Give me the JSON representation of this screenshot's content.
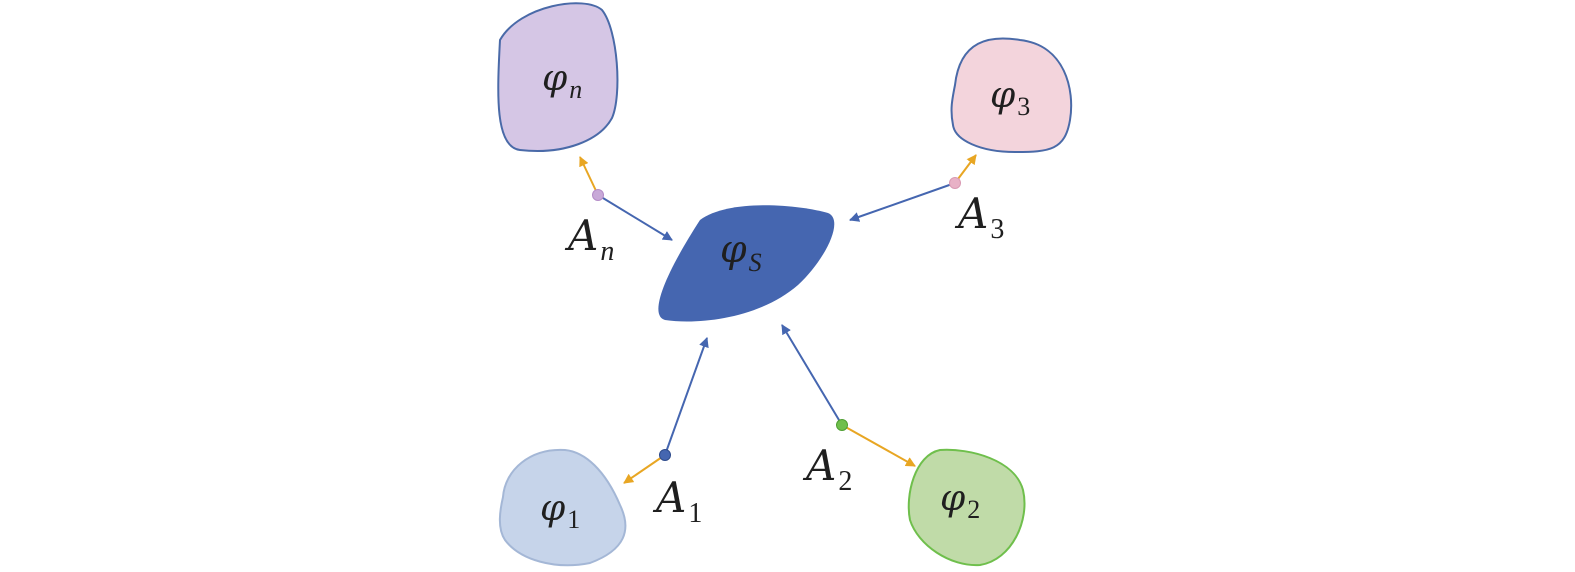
{
  "colors": {
    "central": "#4566b0",
    "arrow_blue": "#4566b0",
    "arrow_orange": "#e8a623",
    "node_n": "#d5c6e5",
    "node_3": "#f3d4dc",
    "node_1": "#c6d4ea",
    "node_2": "#c0dba8"
  },
  "central": {
    "symbol": "φ",
    "sub": "S"
  },
  "nodes": [
    {
      "id": "n",
      "symbol": "φ",
      "sub": "n",
      "sub_italic": true
    },
    {
      "id": "3",
      "symbol": "φ",
      "sub": "3",
      "sub_italic": false
    },
    {
      "id": "1",
      "symbol": "φ",
      "sub": "1",
      "sub_italic": false
    },
    {
      "id": "2",
      "symbol": "φ",
      "sub": "2",
      "sub_italic": false
    }
  ],
  "connectors": [
    {
      "id": "n",
      "letter": "A",
      "sub": "n",
      "sub_italic": true
    },
    {
      "id": "3",
      "letter": "A",
      "sub": "3",
      "sub_italic": false
    },
    {
      "id": "1",
      "letter": "A",
      "sub": "1",
      "sub_italic": false
    },
    {
      "id": "2",
      "letter": "A",
      "sub": "2",
      "sub_italic": false
    }
  ]
}
